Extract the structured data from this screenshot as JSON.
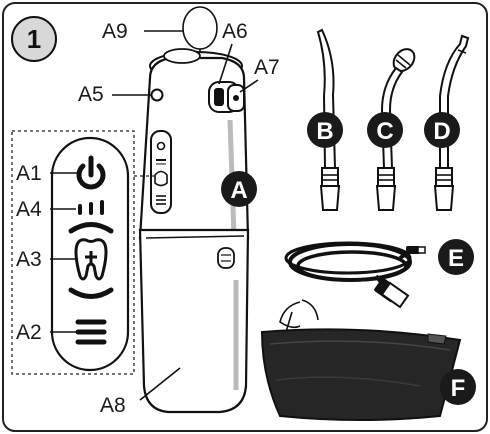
{
  "step_number": "1",
  "callouts": {
    "a1": "A1",
    "a2": "A2",
    "a3": "A3",
    "a4": "A4",
    "a5": "A5",
    "a6": "A6",
    "a7": "A7",
    "a8": "A8",
    "a9": "A9"
  },
  "badges": {
    "a": "A",
    "b": "B",
    "c": "C",
    "d": "D",
    "e": "E",
    "f": "F"
  },
  "icons": [
    "power-icon",
    "level-bars-icon",
    "tooth-mode-icon",
    "menu-lines-icon"
  ],
  "colors": {
    "line": "#111111",
    "badge": "#1a1a1a",
    "pouch": "#262626",
    "panel_bg": "#ffffff"
  }
}
